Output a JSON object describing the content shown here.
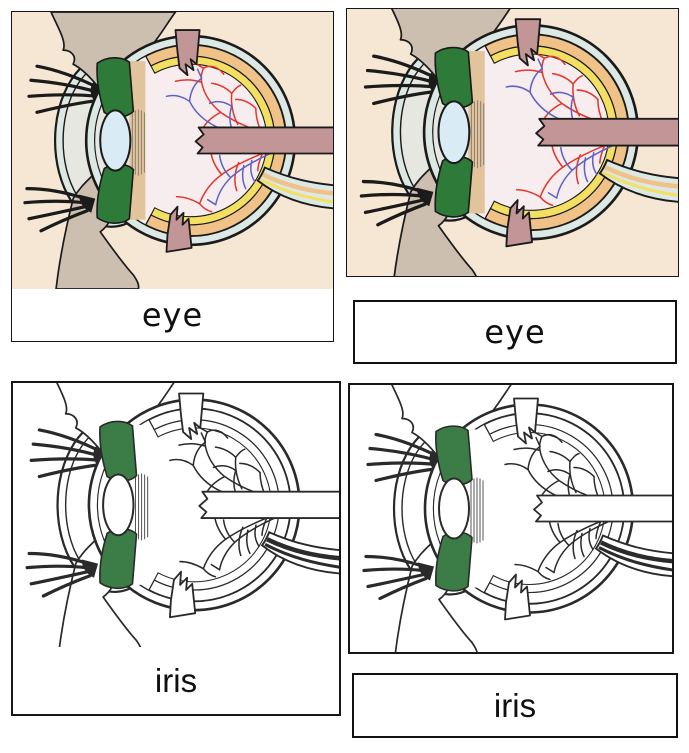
{
  "page": {
    "background": "#ffffff",
    "description": "Montessori three-part nomenclature cards: parts of the eye (sagittal eye cross-section)"
  },
  "labels": {
    "top_left": "eye",
    "top_right": "eye",
    "bottom_left": "iris",
    "bottom_right": "iris"
  },
  "palette": {
    "color": {
      "bg": "#f6e6d4",
      "skin": "#cdbfb0",
      "outline": "#1b1b1b",
      "sclera": "#dce8e4",
      "choroid": "#f0c288",
      "retina": "#f3df62",
      "interior": "#f8edee",
      "cornea": "#e7e7e2",
      "ciliary": "#e2c49c",
      "iris": "#2e7b39",
      "lens": "#d9ebf4",
      "muscle": "#c29697",
      "vessel_red": "#e3362c",
      "vessel_blue": "#5e62c6",
      "sheath_line1": "#f0c288",
      "sheath_line2": "#f3df62",
      "hatch": "#8a7f72"
    },
    "bw": {
      "bg": "#ffffff",
      "skin": "#ffffff",
      "outline": "#2a2a2a",
      "sclera": "#ffffff",
      "choroid": "#ffffff",
      "retina": "#ffffff",
      "interior": "#ffffff",
      "cornea": "#ffffff",
      "ciliary": "#ffffff",
      "iris": "#3c7d47",
      "lens": "#ffffff",
      "muscle": "#ffffff",
      "vessel_red": "#2b2b2b",
      "vessel_blue": "#2b2b2b",
      "sheath_line1": "#2b2b2b",
      "sheath_line2": "#2b2b2b",
      "hatch": "#555555"
    }
  }
}
